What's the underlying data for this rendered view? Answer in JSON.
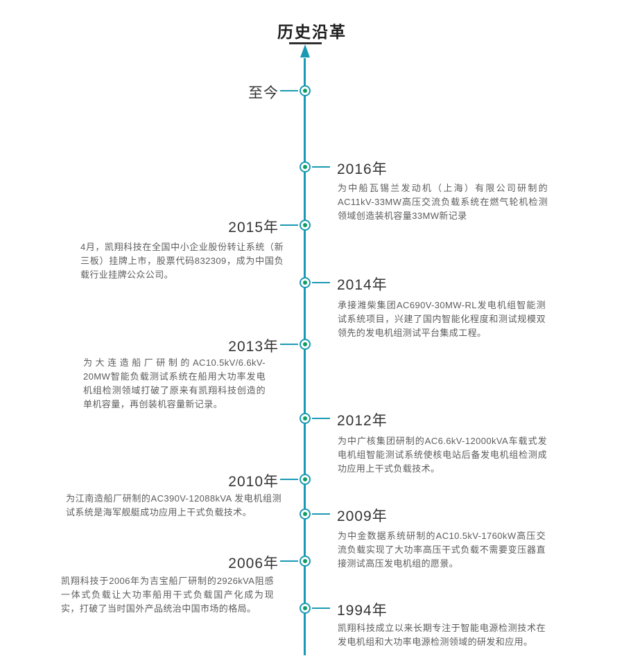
{
  "title": "历史沿革",
  "colors": {
    "line": "#1999B4",
    "node_dot": "#0E9D63",
    "title_text": "#1E1E1E",
    "year_text": "#333333",
    "body_text": "#5C5C5C"
  },
  "entries": [
    {
      "year": "至今",
      "side": "left",
      "text": ""
    },
    {
      "year": "2016年",
      "side": "right",
      "text": "为中船瓦锡兰发动机（上海）有限公司研制的AC11kV-33MW高压交流负载系统在燃气轮机检测领域创造装机容量33MW新记录"
    },
    {
      "year": "2015年",
      "side": "left",
      "text": "4月，凯翔科技在全国中小企业股份转让系统（新三板）挂牌上市，股票代码832309，成为中国负载行业挂牌公众公司。"
    },
    {
      "year": "2014年",
      "side": "right",
      "text": "承接潍柴集团AC690V-30MW-RL发电机组智能测试系统项目，兴建了国内智能化程度和测试规模双领先的发电机组测试平台集成工程。"
    },
    {
      "year": "2013年",
      "side": "left",
      "text": "为大连造船厂研制的AC10.5kV/6.6kV-20MW智能负载测试系统在船用大功率发电机组检测领域打破了原来有凯翔科技创造的单机容量，再创装机容量新记录。"
    },
    {
      "year": "2012年",
      "side": "right",
      "text": "为中广核集团研制的AC6.6kV-12000kVA车载式发电机组智能测试系统使核电站后备发电机组检测成功应用上干式负载技术。"
    },
    {
      "year": "2010年",
      "side": "left",
      "text": "为江南造船厂研制的AC390V-12088kVA 发电机组测试系统是海军舰艇成功应用上干式负载技术。"
    },
    {
      "year": "2009年",
      "side": "right",
      "text": "为中金数据系统研制的AC10.5kV-1760kW高压交流负载实现了大功率高压干式负载不需要变压器直接测试高压发电机组的愿景。"
    },
    {
      "year": "2006年",
      "side": "left",
      "text": "凯翔科技于2006年为吉宝船厂研制的2926kVA阻感一体式负载让大功率船用干式负载国产化成为现实，打破了当时国外产品统治中国市场的格局。"
    },
    {
      "year": "1994年",
      "side": "right",
      "text": "凯翔科技成立以来长期专注于智能电源检测技术在发电机组和大功率电源检测领域的研发和应用。"
    }
  ]
}
